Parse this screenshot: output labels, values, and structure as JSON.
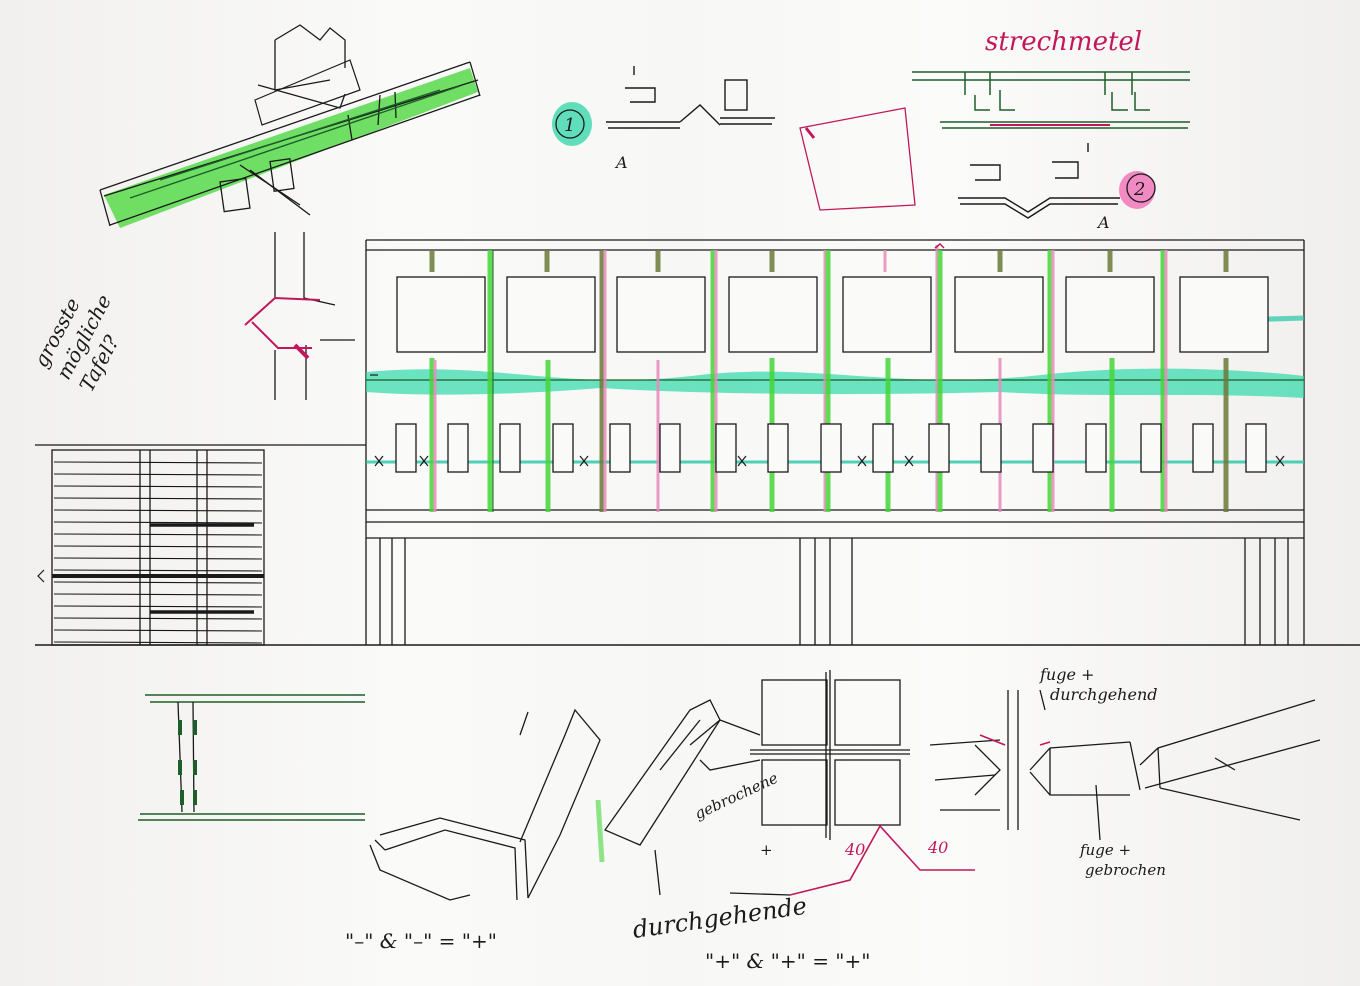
{
  "sketch": {
    "notes": {
      "top_right": "strechmetel",
      "left_margin": [
        "grosste",
        "mögliche",
        "Tafel?"
      ],
      "marker_one": "1",
      "marker_two": "2",
      "section_a1": "A",
      "section_a2": "A",
      "fuge_durchgehend": [
        "fuge +",
        "durchgehend"
      ],
      "gebrochene": [
        "gebrochene",
        "+"
      ],
      "fuge_gebrochen": [
        "fuge +",
        "gebrochen"
      ],
      "angle_left": "40",
      "angle_right": "40",
      "durchgehende": "durchgehende",
      "formula_one": "\"–\" & \"–\" = \"+\"",
      "formula_two": "\"+\" & \"+\" = \"+\""
    },
    "colors": {
      "ink": "#1a1a1a",
      "green_marker": "#46d63a",
      "dark_green": "#1d5e2a",
      "magenta": "#c2185b",
      "turquoise": "#26c6a6",
      "olive": "#6b7a3a",
      "paper": "#f7f7f5"
    }
  }
}
